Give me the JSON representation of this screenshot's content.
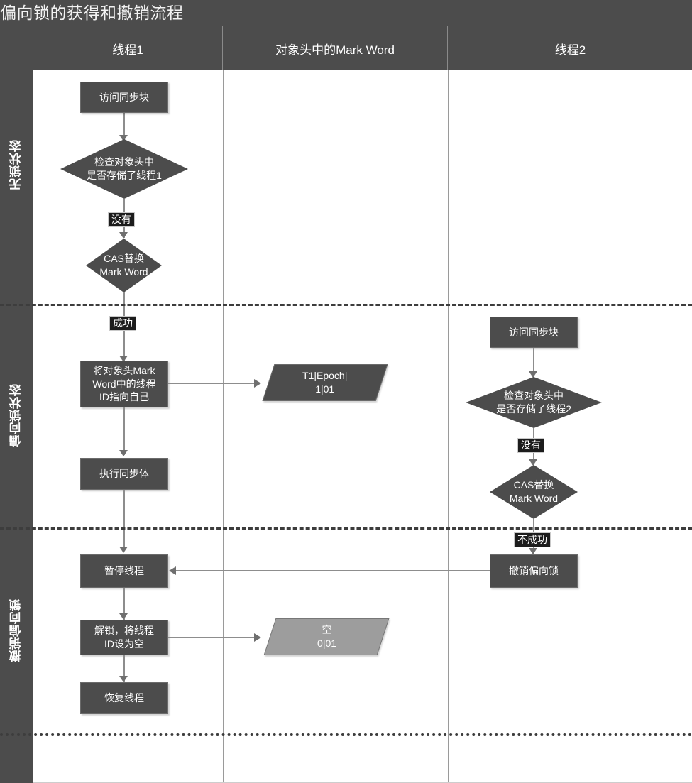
{
  "title": "偏向锁的获得和撤销流程",
  "theme": {
    "page_bg": "#4c4c4c",
    "lane_bg": "#ffffff",
    "node_fill": "#4c4c4c",
    "node_fill_light": "#9d9d9d",
    "node_text": "#ffffff",
    "connector": "#8d8d8d",
    "label_bg": "#1c1c1c"
  },
  "bands": [
    {
      "label": "无锁状态"
    },
    {
      "label": "偏向锁状态"
    },
    {
      "label": "撤销偏向锁"
    }
  ],
  "columns": [
    {
      "label": "线程1"
    },
    {
      "label": "对象头中的Mark Word"
    },
    {
      "label": "线程2"
    }
  ],
  "nodes": {
    "t1_access": "访问同步块",
    "t1_check": "检查对象头中\n是否存储了线程1",
    "t1_cas": "CAS替换\nMark Word",
    "t1_point_self": "将对象头Mark\nWord中的线程\nID指向自己",
    "t1_exec": "执行同步体",
    "t1_suspend": "暂停线程",
    "t1_unlock": "解锁，将线程\nID设为空",
    "t1_resume": "恢复线程",
    "mw_biased": "T1|Epoch|\n1|01",
    "mw_empty": "空\n0|01",
    "t2_access": "访问同步块",
    "t2_check": "检查对象头中\n是否存储了线程2",
    "t2_cas": "CAS替换\nMark Word",
    "t2_revoke": "撤销偏向锁"
  },
  "edge_labels": {
    "t1_no": "没有",
    "t1_success": "成功",
    "t2_no": "没有",
    "t2_fail": "不成功"
  }
}
